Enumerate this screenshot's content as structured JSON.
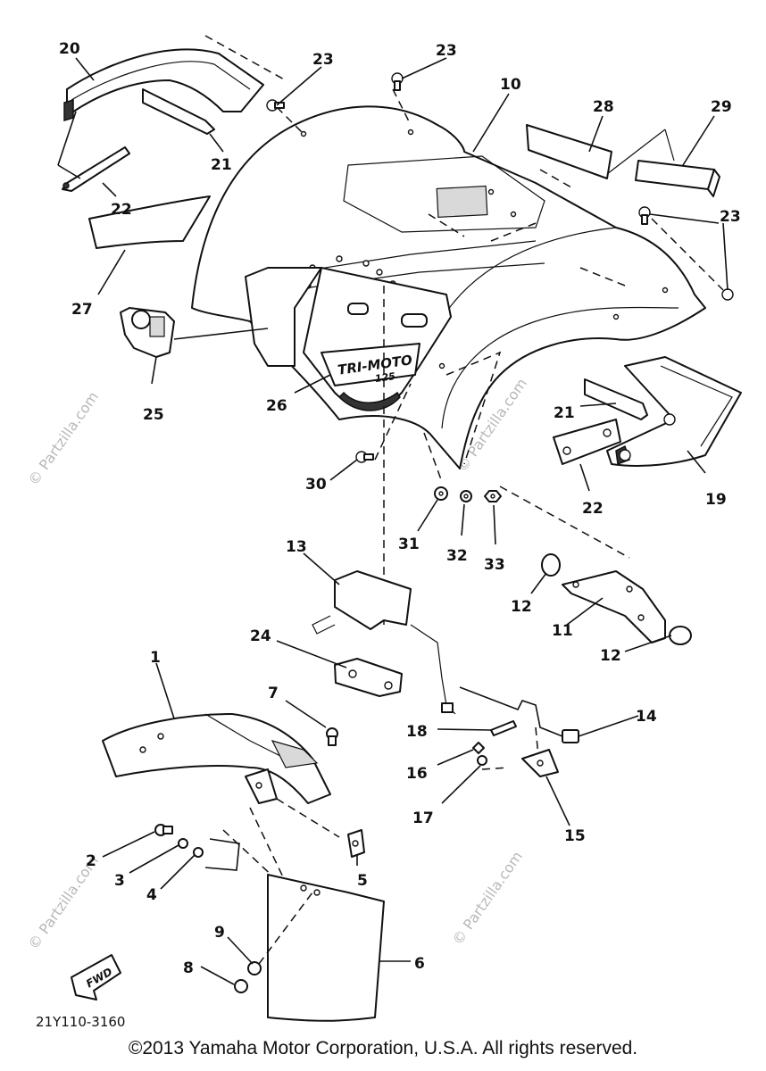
{
  "diagram": {
    "code": "21Y110-3160",
    "fwd_label": "FWD",
    "decal_text_line1": "TRI-MOTO",
    "decal_text_line2": "125",
    "callouts": {
      "c1": "1",
      "c2": "2",
      "c3": "3",
      "c4": "4",
      "c5": "5",
      "c6": "6",
      "c7": "7",
      "c8": "8",
      "c9": "9",
      "c10": "10",
      "c11": "11",
      "c12a": "12",
      "c12b": "12",
      "c13": "13",
      "c14": "14",
      "c15": "15",
      "c16": "16",
      "c17": "17",
      "c18": "18",
      "c19": "19",
      "c20": "20",
      "c21a": "21",
      "c21b": "21",
      "c22a": "22",
      "c22b": "22",
      "c23a": "23",
      "c23b": "23",
      "c23c": "23",
      "c24": "24",
      "c25": "25",
      "c26": "26",
      "c27": "27",
      "c28": "28",
      "c29": "29",
      "c30": "30",
      "c31": "31",
      "c32": "32",
      "c33": "33"
    }
  },
  "watermark": "© Partzilla.com",
  "copyright": "©2013 Yamaha Motor Corporation, U.S.A. All rights reserved."
}
